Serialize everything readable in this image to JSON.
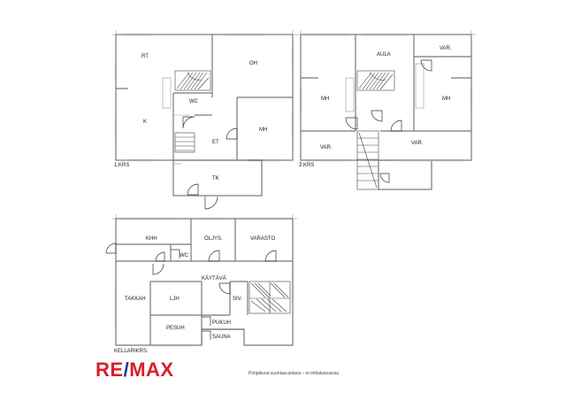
{
  "floors": {
    "first": {
      "label": "1.KRS",
      "rooms": {
        "rt": "RT",
        "oh": "OH",
        "wc": "WC",
        "k": "K",
        "et": "ET",
        "mh": "MH",
        "tk": "TK"
      }
    },
    "second": {
      "label": "2.KRS",
      "rooms": {
        "aula": "AULA",
        "var_top": "VAR.",
        "mh_left": "MH",
        "mh_right": "MH",
        "var_left": "VAR.",
        "var_right": "VAR."
      }
    },
    "basement": {
      "label": "KELLARIKRS.",
      "rooms": {
        "khh": "KHH",
        "oljys": "ÖLJYS.",
        "varasto": "VARASTO",
        "wc": "WC",
        "kaytava": "KÄYTÄVÄ",
        "takkah": "TAKKAH",
        "ljh": "LJH",
        "siv": "SIV.",
        "pukuh": "PUKUH",
        "pesuh": "PESUH",
        "sauna": "SAUNA"
      }
    }
  },
  "logo": {
    "part1": "RE",
    "part2": "/",
    "part3": "MAX"
  },
  "caption": "Pohjakuva suuntaa-antava – ei mittakaavassa",
  "colors": {
    "logo_red": "#d61f2a",
    "logo_blue": "#1a3a8f"
  }
}
